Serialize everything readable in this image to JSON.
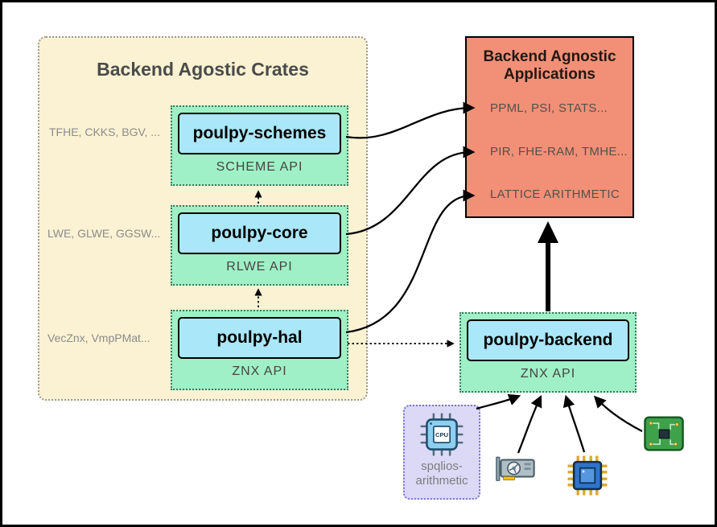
{
  "crates_panel": {
    "title": "Backend Agostic Crates",
    "modules": [
      {
        "name": "poulpy-schemes",
        "api": "SCHEME API",
        "annotation": "TFHE, CKKS, BGV, ..."
      },
      {
        "name": "poulpy-core",
        "api": "RLWE API",
        "annotation": "LWE, GLWE, GGSW..."
      },
      {
        "name": "poulpy-hal",
        "api": "ZNX API",
        "annotation": "VecZnx, VmpPMat..."
      }
    ]
  },
  "applications_panel": {
    "title_line1": "Backend Agnostic",
    "title_line2": "Applications",
    "items": [
      "PPML, PSI, STATS...",
      "PIR, FHE-RAM, TMHE...",
      "LATTICE ARITHMETIC"
    ]
  },
  "backend_module": {
    "name": "poulpy-backend",
    "api": "ZNX API"
  },
  "hardware": {
    "spqlios_line1": "spqlios-",
    "spqlios_line2": "arithmetic",
    "cpu_text": "CPU",
    "icons": [
      "cpu-icon",
      "gpu-icon",
      "microchip-icon",
      "circuit-board-icon"
    ]
  },
  "colors": {
    "cream_bg": "#FBF2D3",
    "mint_bg": "#9FF0C6",
    "blue_box": "#A9E7F9",
    "salmon_bg": "#F29077",
    "lavender_bg": "#DCD9F6",
    "arrow": "#000000"
  }
}
